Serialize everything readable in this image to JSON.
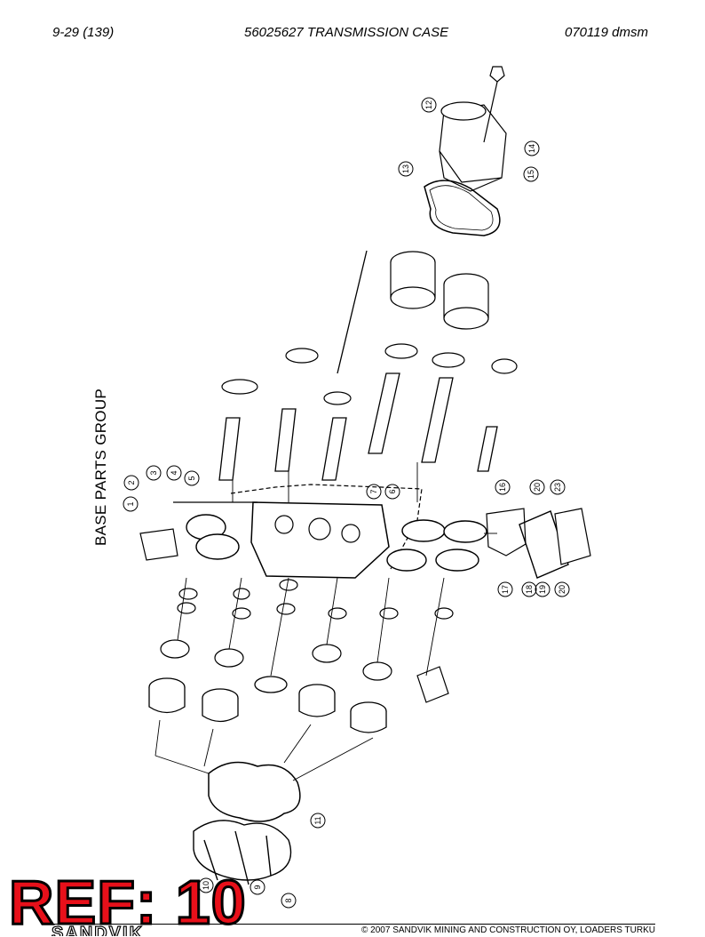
{
  "header": {
    "page_ref": "9-29 (139)",
    "title": "56025627 TRANSMISSION CASE",
    "doc_code": "070119 dmsm"
  },
  "diagram": {
    "group_label": "BASE PARTS GROUP",
    "callouts": [
      "1",
      "2",
      "3",
      "4",
      "5",
      "6",
      "7",
      "8",
      "9",
      "10",
      "11",
      "12",
      "13",
      "14",
      "15",
      "16",
      "17",
      "18",
      "19",
      "20",
      "20",
      "23"
    ]
  },
  "ref_badge": "REF: 10",
  "brand": "SANDVIK",
  "footer": {
    "copyright": "© 2007 SANDVIK MINING AND CONSTRUCTION OY, LOADERS TURKU"
  }
}
